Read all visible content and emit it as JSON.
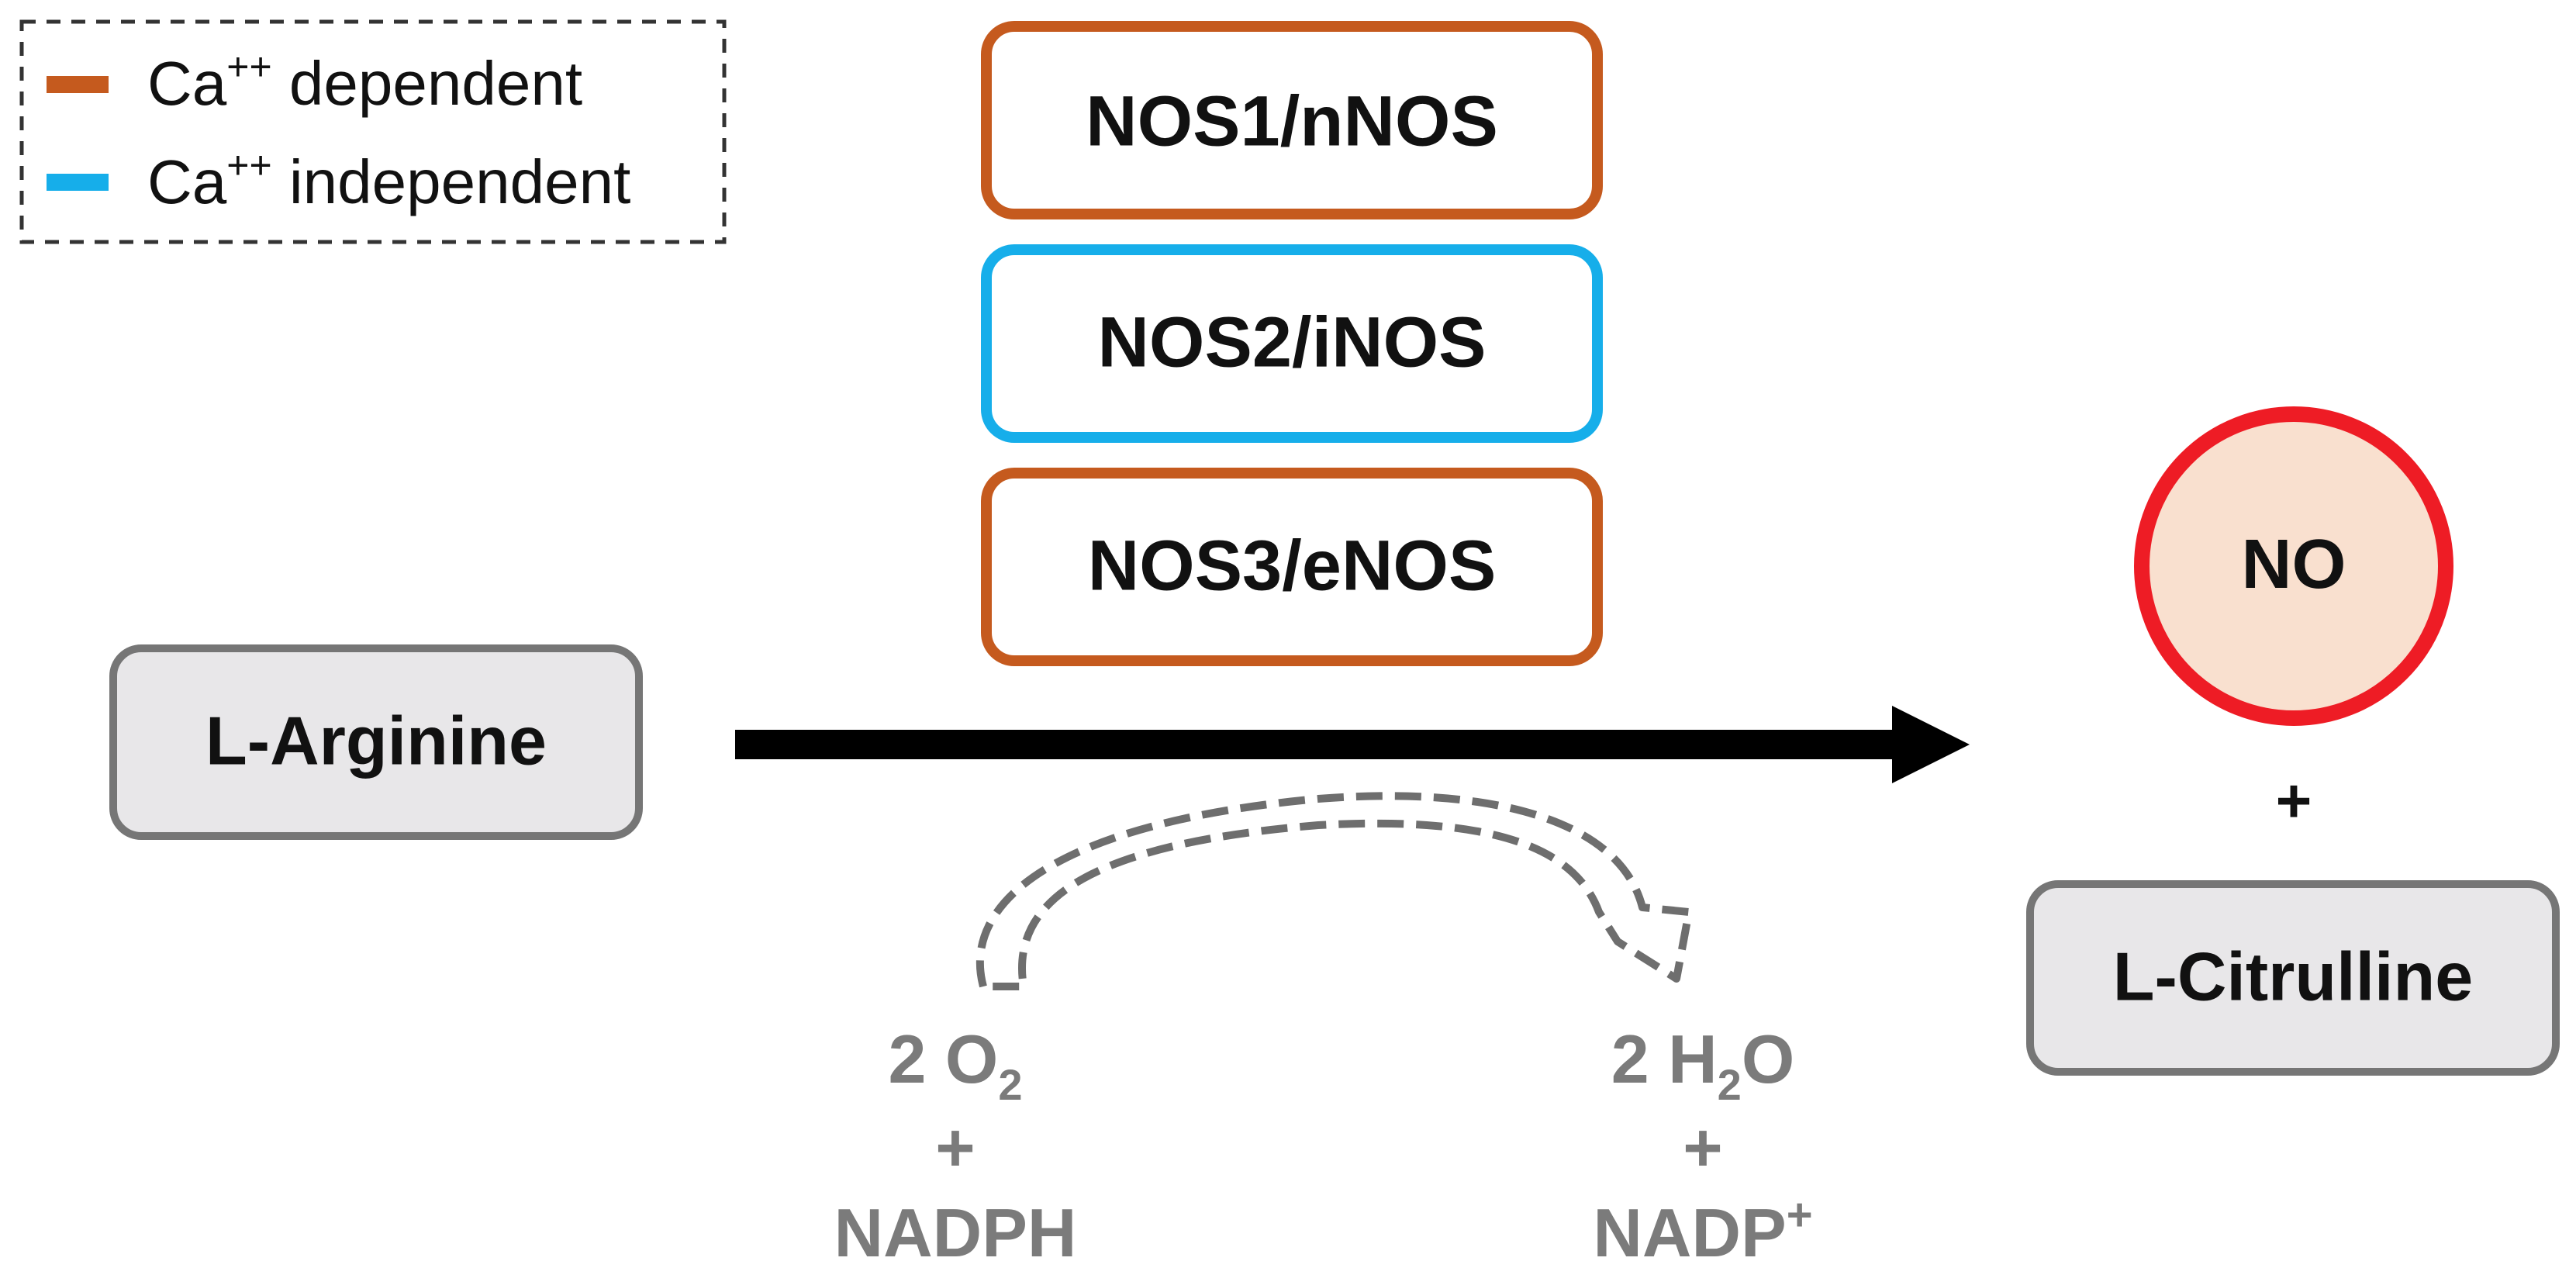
{
  "colors": {
    "ca_dependent": "#C55A1E",
    "ca_independent": "#16AEEA",
    "no_ring": "#EE1C25",
    "no_fill": "#F9E0CF",
    "substrate_fill": "#E8E7E9",
    "substrate_stroke": "#767676",
    "cofactor_text": "#7B7B7B",
    "arrow": "#000000"
  },
  "legend": {
    "items": [
      {
        "label_base": "Ca",
        "label_sup": "++",
        "label_rest": " dependent",
        "color_key": "ca_dependent"
      },
      {
        "label_base": "Ca",
        "label_sup": "++",
        "label_rest": " independent",
        "color_key": "ca_independent"
      }
    ]
  },
  "enzymes": [
    {
      "label": "NOS1/nNOS",
      "color_key": "ca_dependent"
    },
    {
      "label": "NOS2/iNOS",
      "color_key": "ca_independent"
    },
    {
      "label": "NOS3/eNOS",
      "color_key": "ca_dependent"
    }
  ],
  "substrate": {
    "label": "L-Arginine"
  },
  "products": {
    "no": {
      "label": "NO"
    },
    "plus": "+",
    "citrulline": {
      "label": "L-Citrulline"
    }
  },
  "cofactors": {
    "input": {
      "o2_base": "2 O",
      "o2_sub": "2",
      "plus": "+",
      "nadph": "NADPH"
    },
    "output": {
      "h2o_base": "2 H",
      "h2o_sub": "2",
      "h2o_rest": "O",
      "plus": "+",
      "nadp_base": "NADP",
      "nadp_sup": "+"
    }
  }
}
